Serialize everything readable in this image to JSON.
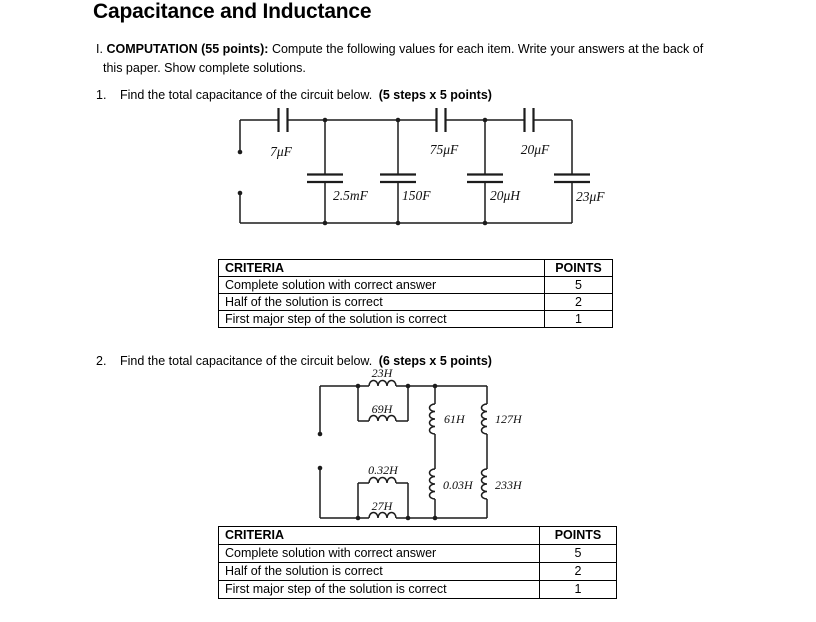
{
  "title": "Capacitance and Inductance",
  "intro": {
    "numeral": "I.",
    "heading": "COMPUTATION (55 points):",
    "line1": "Compute the following values for each item. Write your answers at the back of",
    "line2": "this paper. Show complete solutions."
  },
  "item1": {
    "number": "1.",
    "text": "Find the total capacitance of the circuit below.",
    "bold": "(5 steps x 5 points)"
  },
  "item2": {
    "number": "2.",
    "text": "Find the total capacitance of the circuit below.",
    "bold": "(6 steps x 5 points)"
  },
  "circuit1": {
    "labels": {
      "c7uF": "7μF",
      "c75uF": "75μF",
      "c20uF": "20μF",
      "c2_5mF": "2.5mF",
      "c150F": "150F",
      "c20uH": "20μH",
      "c23uF": "23μF"
    }
  },
  "circuit2": {
    "labels": {
      "l23H": "23H",
      "l69H": "69H",
      "l61H": "61H",
      "l127H": "127H",
      "l0_32H": "0.32H",
      "l0_03H": "0.03H",
      "l27H": "27H",
      "l233H": "233H"
    }
  },
  "rubric": {
    "headers": [
      "CRITERIA",
      "POINTS"
    ],
    "rows": [
      {
        "criteria": "Complete solution with correct answer",
        "points": "5"
      },
      {
        "criteria": "Half of the solution is correct",
        "points": "2"
      },
      {
        "criteria": "First major step of the solution is correct",
        "points": "1"
      }
    ]
  }
}
